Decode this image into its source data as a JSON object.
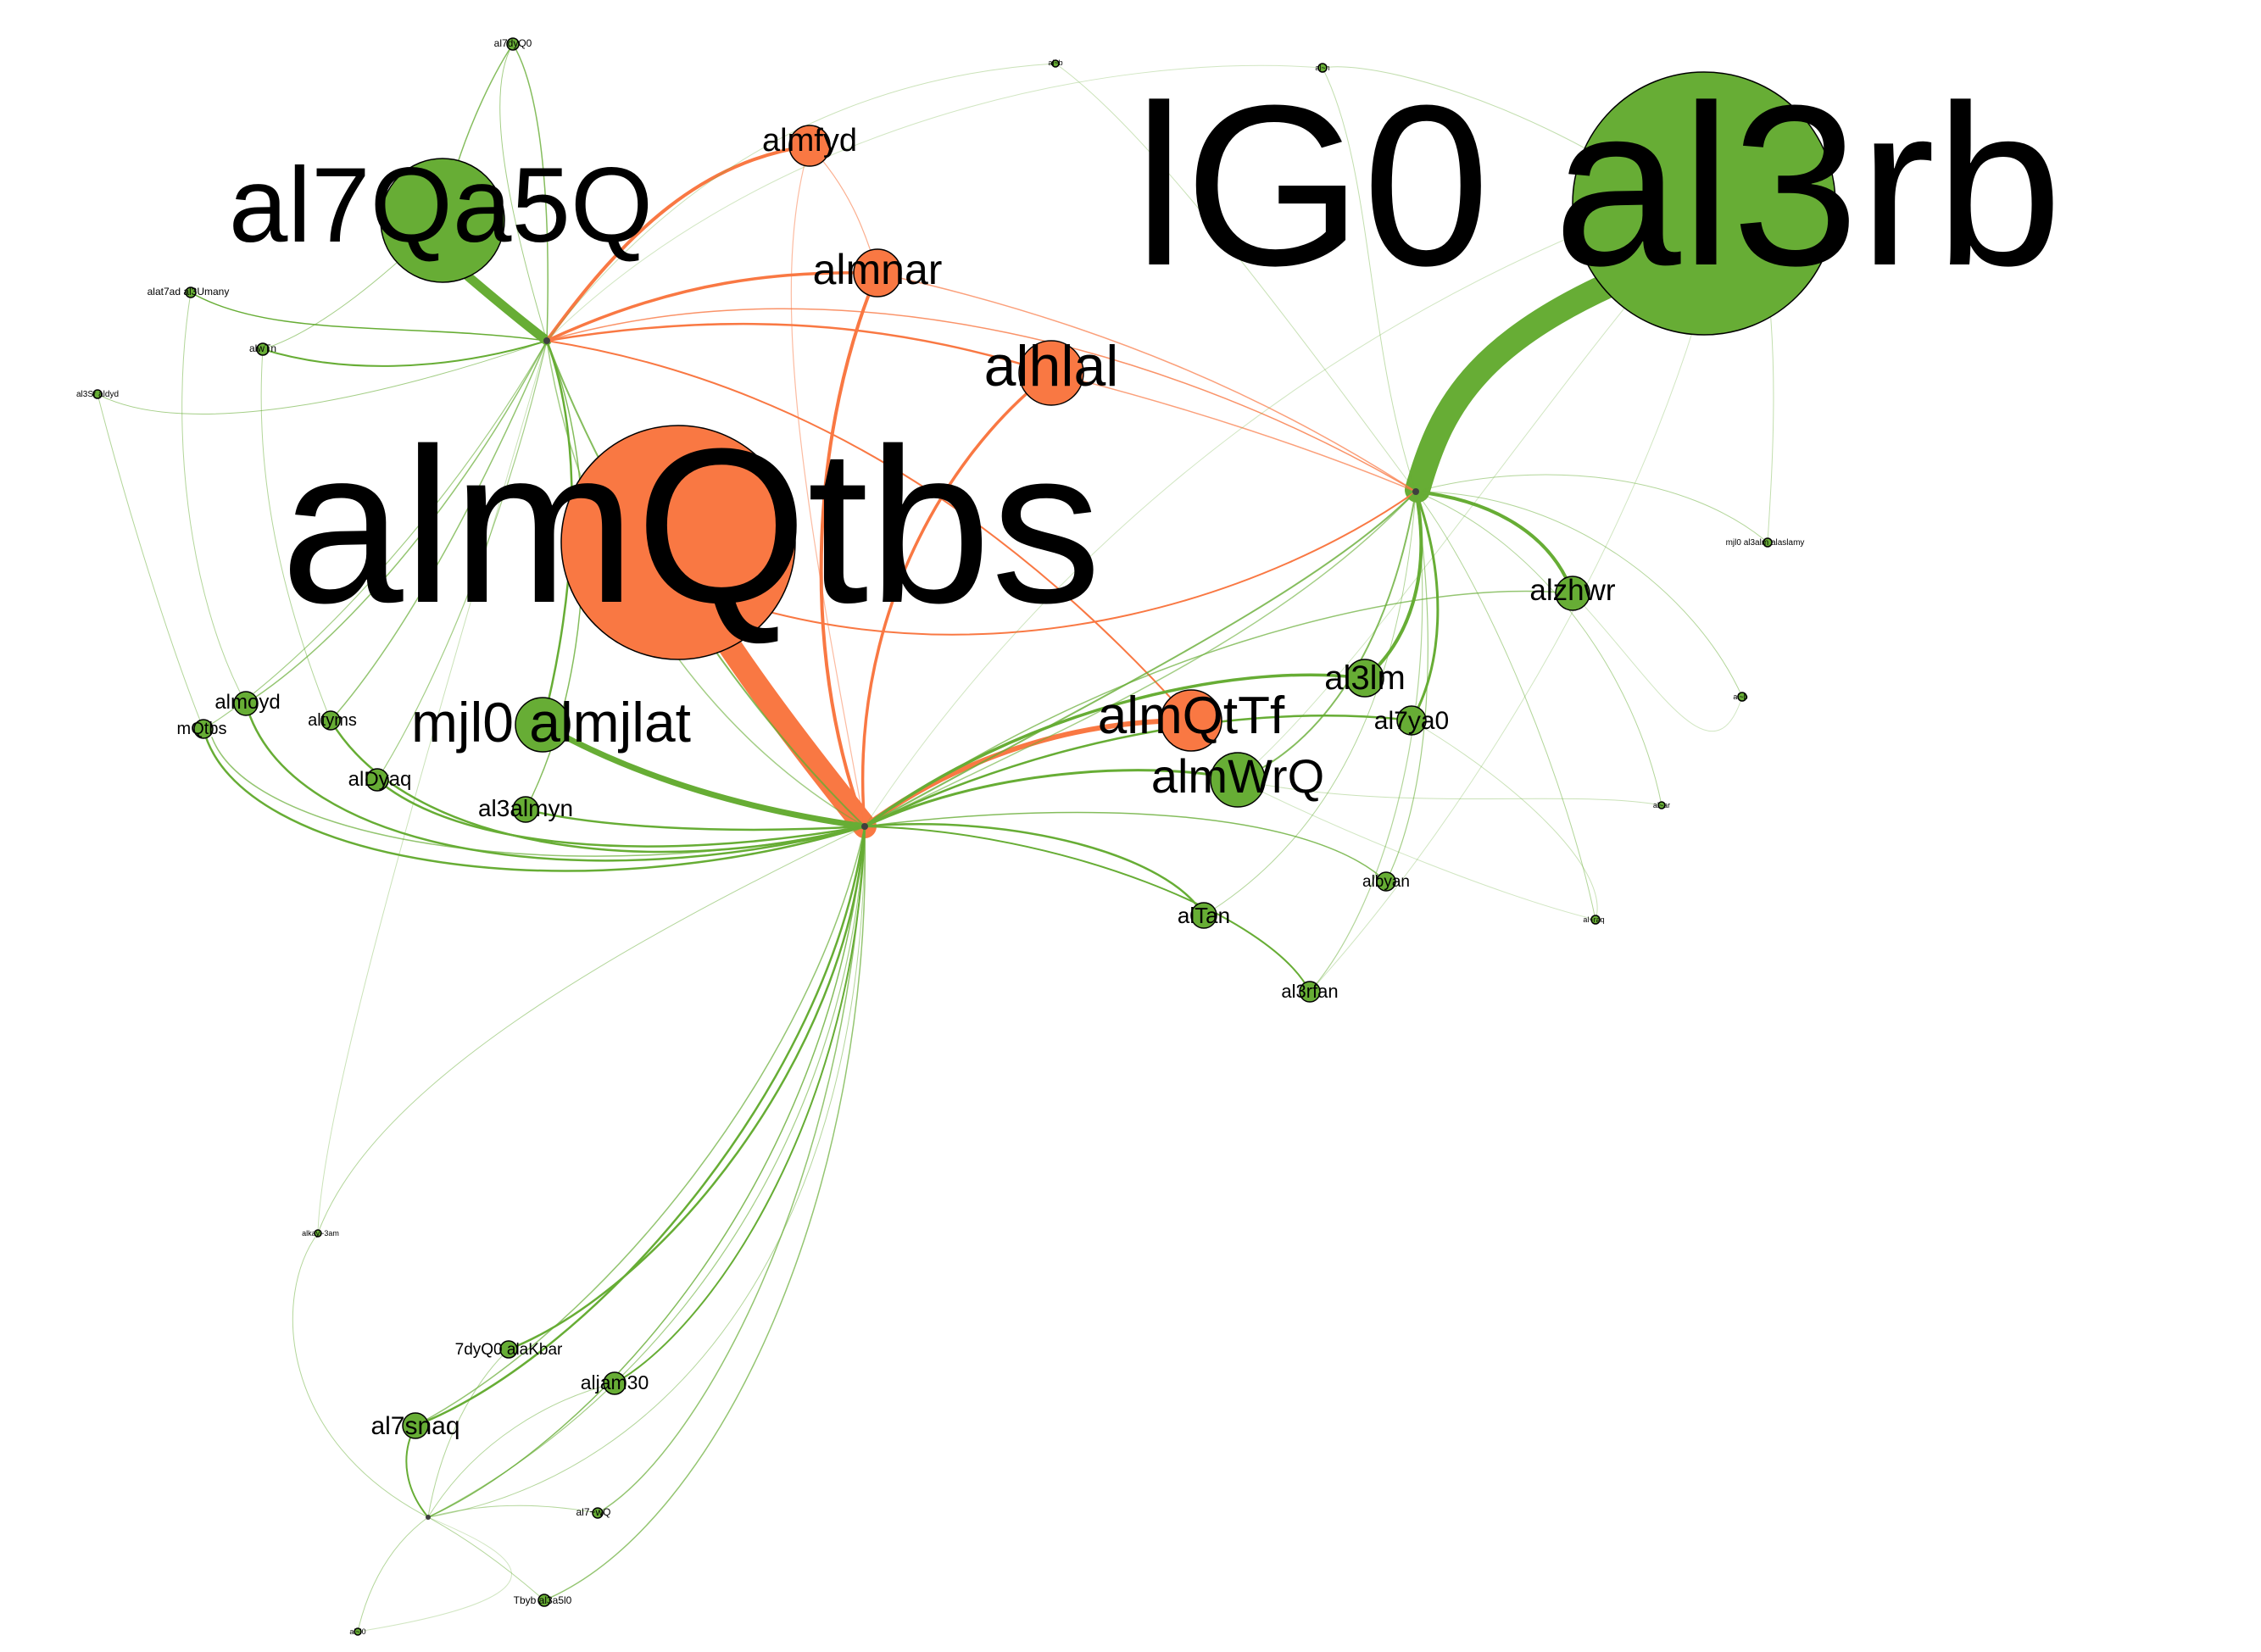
{
  "colors": {
    "orange": "#f97843",
    "green": "#67ad35",
    "hub": "#3f3f3f",
    "background": "#ffffff",
    "stroke": "#000000"
  },
  "nodes": [
    {
      "id": "lg0-al3rb",
      "label": "lG0 al3rb",
      "group": "green"
    },
    {
      "id": "almqtbs",
      "label": "almQtbs",
      "group": "orange"
    },
    {
      "id": "al7qa5q",
      "label": "al7Qa5Q",
      "group": "green"
    },
    {
      "id": "almfyd",
      "label": "almfyd",
      "group": "orange"
    },
    {
      "id": "almnar",
      "label": "almnar",
      "group": "orange"
    },
    {
      "id": "alhlal",
      "label": "alhlal",
      "group": "orange"
    },
    {
      "id": "mjl0-almjlat",
      "label": "mjl0 almjlat",
      "group": "green"
    },
    {
      "id": "almqttf",
      "label": "almQtTf",
      "group": "orange"
    },
    {
      "id": "almwrq",
      "label": "almWrQ",
      "group": "green"
    },
    {
      "id": "al3lm",
      "label": "al3lm",
      "group": "green"
    },
    {
      "id": "al7ya0",
      "label": "al7ya0",
      "group": "green"
    },
    {
      "id": "alzhwr",
      "label": "alzhwr",
      "group": "green"
    },
    {
      "id": "almoyd",
      "label": "almoyd",
      "group": "green"
    },
    {
      "id": "mqtbs",
      "label": "mQtbs",
      "group": "green"
    },
    {
      "id": "altyms",
      "label": "altyms",
      "group": "green"
    },
    {
      "id": "aldyaq",
      "label": "alDyaq",
      "group": "green"
    },
    {
      "id": "al3almyn",
      "label": "al3almyn",
      "group": "green"
    },
    {
      "id": "albyan",
      "label": "albyan",
      "group": "green"
    },
    {
      "id": "altan",
      "label": "alTan",
      "group": "green"
    },
    {
      "id": "al3rfan",
      "label": "al3rfan",
      "group": "green"
    },
    {
      "id": "7dyq0-alakbar",
      "label": "7dyQ0 alaKbar",
      "group": "green"
    },
    {
      "id": "aljam30",
      "label": "aljam30",
      "group": "green"
    },
    {
      "id": "al7snaq",
      "label": "al7snaq",
      "group": "green"
    },
    {
      "id": "al7dyq0",
      "label": "al7dyQ0",
      "group": "green"
    },
    {
      "id": "alat7ad",
      "label": "alat7ad al3Umany",
      "group": "green"
    },
    {
      "id": "alwtn",
      "label": "alwTn",
      "group": "green"
    },
    {
      "id": "al3sr",
      "label": "al3Sr aldyd",
      "group": "green"
    },
    {
      "id": "alakb",
      "label": "al~b",
      "group": "green"
    },
    {
      "id": "al-jan",
      "label": "al~n",
      "group": "green"
    },
    {
      "id": "mjl0-al3alm",
      "label": "mjl0 al3alm alaslamy",
      "group": "green"
    },
    {
      "id": "alsab",
      "label": "al~b",
      "group": "green"
    },
    {
      "id": "al-ar",
      "label": "al~ar",
      "group": "green"
    },
    {
      "id": "al-raq",
      "label": "al~raq",
      "group": "green"
    },
    {
      "id": "alkayn",
      "label": "alkay~3am",
      "group": "green"
    },
    {
      "id": "al7zwq",
      "label": "al7~wQ",
      "group": "green"
    },
    {
      "id": "tbyb",
      "label": "Tbyb al3a5l0",
      "group": "green"
    },
    {
      "id": "al-l0",
      "label": "al~l0",
      "group": "green"
    }
  ]
}
